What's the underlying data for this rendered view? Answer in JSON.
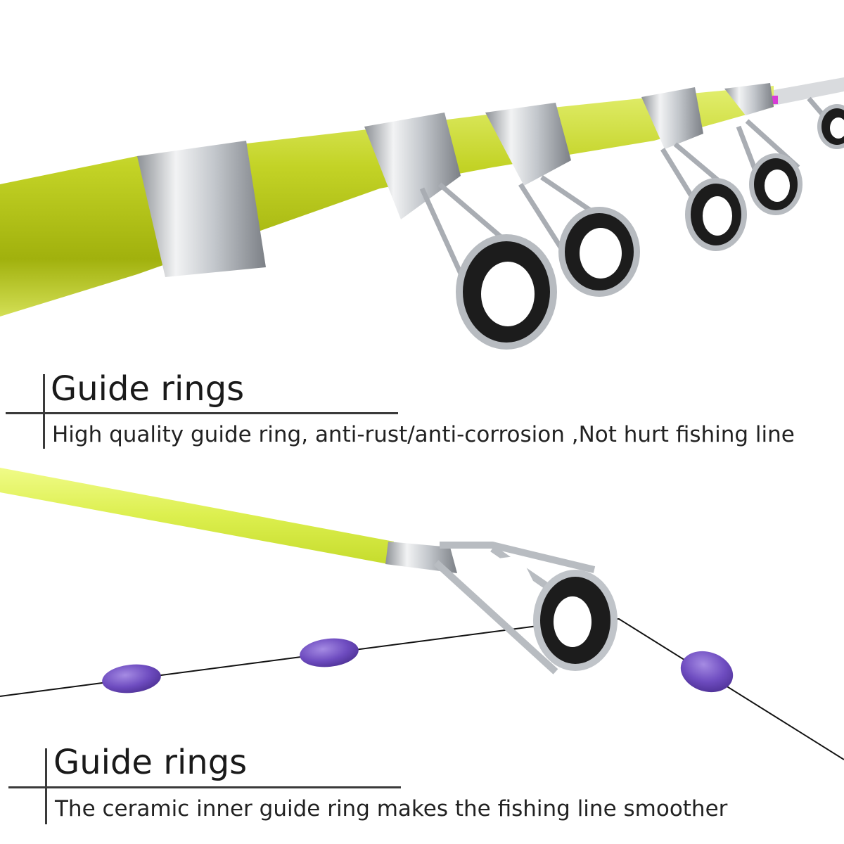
{
  "sections": [
    {
      "title": "Guide rings",
      "description": "High quality guide ring, anti-rust/anti-corrosion ,Not hurt fishing line"
    },
    {
      "title": "Guide rings",
      "description": "The ceramic inner guide ring makes the fishing line smoother"
    }
  ],
  "colors": {
    "rod": "#b3c414",
    "rod_tip": "#e5f55e",
    "metal": "#c9cdd2",
    "ceramic": "#1c1c1c",
    "beads": "#7a55c6",
    "text": "#1a1a1a"
  }
}
